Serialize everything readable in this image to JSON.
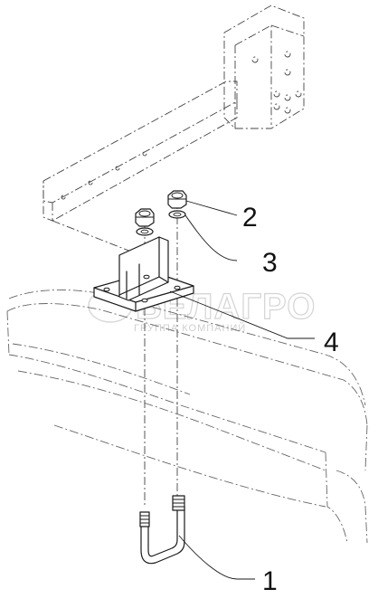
{
  "callouts": {
    "c1": "1",
    "c2": "2",
    "c3": "3",
    "c4": "4"
  },
  "watermark": {
    "main": "БЕЛАГРО",
    "sub": "ГРУППА КОМПАНИЙ"
  }
}
